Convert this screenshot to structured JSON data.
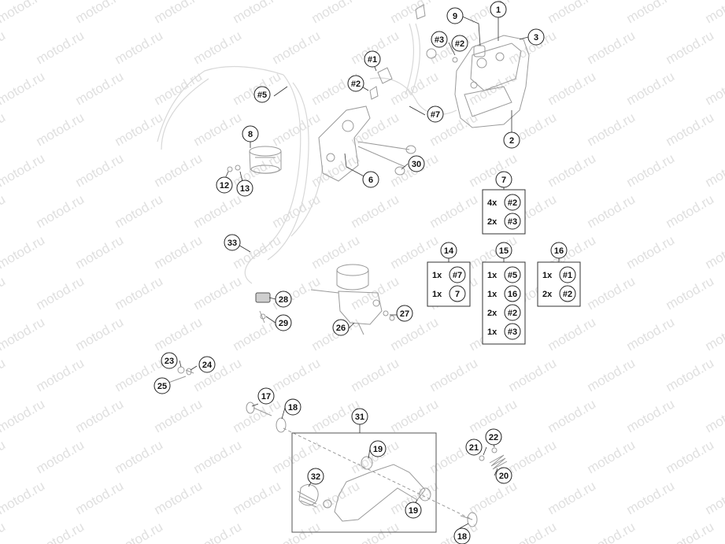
{
  "watermark": "motod.ru",
  "callouts": [
    {
      "id": "c1",
      "label": "1"
    },
    {
      "id": "c2",
      "label": "2"
    },
    {
      "id": "c3",
      "label": "3"
    },
    {
      "id": "c6",
      "label": "6"
    },
    {
      "id": "c7",
      "label": "7"
    },
    {
      "id": "c8",
      "label": "8"
    },
    {
      "id": "c9",
      "label": "9"
    },
    {
      "id": "c12",
      "label": "12"
    },
    {
      "id": "c13",
      "label": "13"
    },
    {
      "id": "c14",
      "label": "14"
    },
    {
      "id": "c15",
      "label": "15"
    },
    {
      "id": "c16",
      "label": "16"
    },
    {
      "id": "c17",
      "label": "17"
    },
    {
      "id": "c18a",
      "label": "18"
    },
    {
      "id": "c18b",
      "label": "18"
    },
    {
      "id": "c19a",
      "label": "19"
    },
    {
      "id": "c19b",
      "label": "19"
    },
    {
      "id": "c20",
      "label": "20"
    },
    {
      "id": "c21",
      "label": "21"
    },
    {
      "id": "c22",
      "label": "22"
    },
    {
      "id": "c23",
      "label": "23"
    },
    {
      "id": "c24",
      "label": "24"
    },
    {
      "id": "c25",
      "label": "25"
    },
    {
      "id": "c26",
      "label": "26"
    },
    {
      "id": "c27",
      "label": "27"
    },
    {
      "id": "c28",
      "label": "28"
    },
    {
      "id": "c29",
      "label": "29"
    },
    {
      "id": "c30",
      "label": "30"
    },
    {
      "id": "c31",
      "label": "31"
    },
    {
      "id": "c32",
      "label": "32"
    },
    {
      "id": "c33",
      "label": "33"
    },
    {
      "id": "h1",
      "label": "#1"
    },
    {
      "id": "h2a",
      "label": "#2"
    },
    {
      "id": "h2b",
      "label": "#2"
    },
    {
      "id": "h3",
      "label": "#3"
    },
    {
      "id": "h5",
      "label": "#5"
    },
    {
      "id": "h7",
      "label": "#7"
    }
  ],
  "kits": [
    {
      "id": "k7",
      "number": "7",
      "rows": [
        {
          "qty": "4x",
          "part": "#2"
        },
        {
          "qty": "2x",
          "part": "#3"
        }
      ]
    },
    {
      "id": "k14",
      "number": "14",
      "rows": [
        {
          "qty": "1x",
          "part": "#7"
        },
        {
          "qty": "1x",
          "part": "7"
        }
      ]
    },
    {
      "id": "k15",
      "number": "15",
      "rows": [
        {
          "qty": "1x",
          "part": "#5"
        },
        {
          "qty": "1x",
          "part": "16"
        },
        {
          "qty": "2x",
          "part": "#2"
        },
        {
          "qty": "1x",
          "part": "#3"
        }
      ]
    },
    {
      "id": "k16",
      "number": "16",
      "rows": [
        {
          "qty": "1x",
          "part": "#1"
        },
        {
          "qty": "2x",
          "part": "#2"
        }
      ]
    }
  ]
}
